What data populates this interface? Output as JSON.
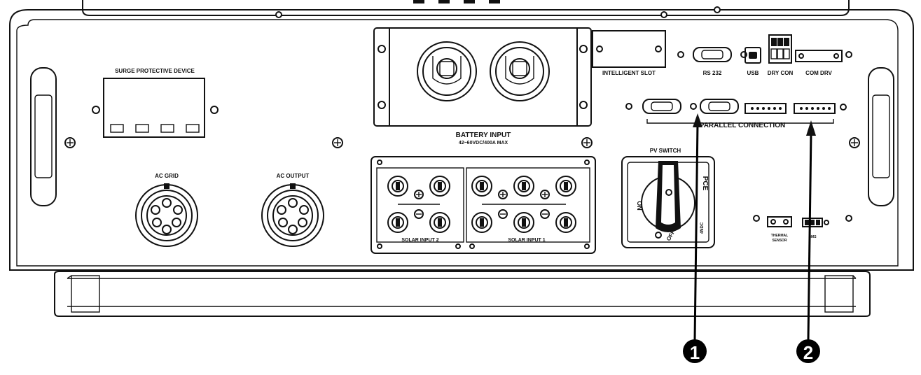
{
  "labels": {
    "surge": "SURGE PROTECTIVE DEVICE",
    "intelligent_slot": "INTELLIGENT SLOT",
    "rs232": "RS 232",
    "usb": "USB",
    "dry_con": "DRY CON",
    "com_drv": "COM DRV",
    "battery_input": "BATTERY INPUT",
    "battery_spec": "42~60VDC/400A MAX",
    "parallel_connection": "PARALLEL CONNECTION",
    "pv_switch": "PV SWITCH",
    "ac_grid": "AC GRID",
    "ac_output": "AC OUTPUT",
    "solar_input_2": "SOLAR INPUT 2",
    "solar_input_1": "SOLAR INPUT 1",
    "thermal_sensor_1": "THERMAL",
    "thermal_sensor_2": "SENSOR",
    "bms": "BMS",
    "switch_on": "ON",
    "switch_off": "OFF",
    "switch_brand": "PCE",
    "switch_model": "4NDC"
  },
  "callouts": [
    "1",
    "2"
  ],
  "colors": {
    "ink": "#111111",
    "background": "#ffffff",
    "callout_fill": "#000000",
    "callout_text": "#ffffff"
  }
}
